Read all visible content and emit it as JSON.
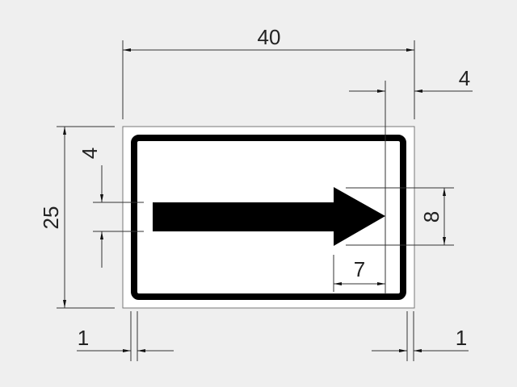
{
  "diagram": {
    "background": "#efefef",
    "sign_fill": "#ffffff",
    "sign_ink": "#000000",
    "dimension_color": "#333333",
    "labels": {
      "overall_width": "40",
      "arrowhead_gap": "4",
      "overall_height": "25",
      "arrow_shaft_offset": "4",
      "arrowhead_height": "8",
      "arrowhead_length": "7",
      "border_left": "1",
      "border_right": "1"
    }
  }
}
